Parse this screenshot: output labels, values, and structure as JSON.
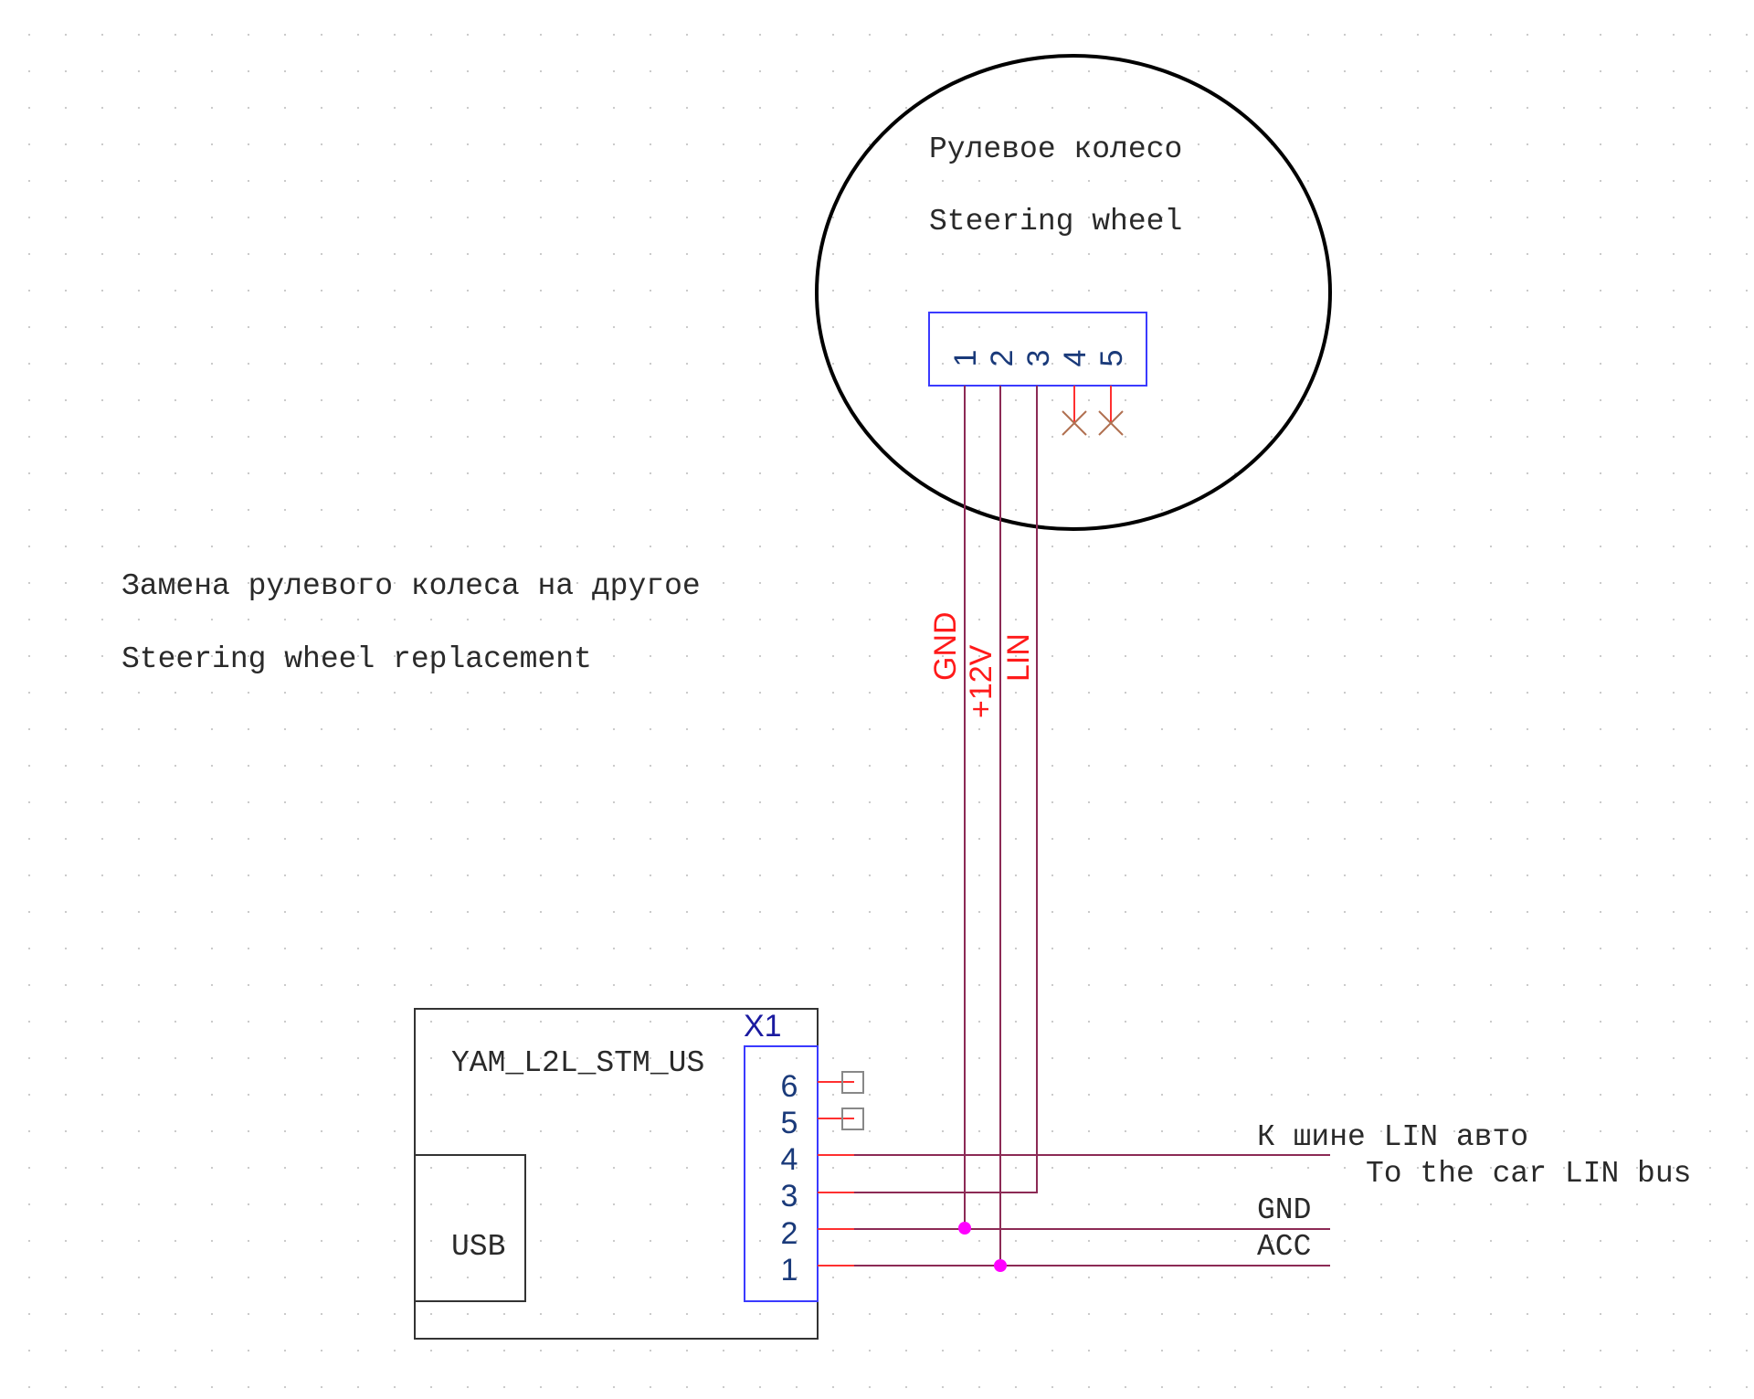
{
  "steering_wheel": {
    "title_ru": "Рулевое колесо",
    "title_en": "Steering wheel",
    "connector_pins": [
      "1",
      "2",
      "3",
      "4",
      "5"
    ]
  },
  "description": {
    "ru": "Замена рулевого колеса на другое",
    "en": "Steering wheel replacement"
  },
  "net_labels": {
    "gnd": "GND",
    "v12": "+12V",
    "lin": "LIN"
  },
  "module": {
    "name": "YAM_L2L_STM_US",
    "usb_label": "USB",
    "connector_ref": "X1",
    "connector_pins": [
      "6",
      "5",
      "4",
      "3",
      "2",
      "1"
    ]
  },
  "external": {
    "lin_bus_ru": "К шине LIN авто",
    "lin_bus_en": "To the car LIN bus",
    "gnd": "GND",
    "acc": "ACC"
  },
  "colors": {
    "wire": "#8c2a55",
    "net_label": "#ff1a1a",
    "junction": "#ff00ff",
    "connector_outline": "#3a3aff"
  }
}
